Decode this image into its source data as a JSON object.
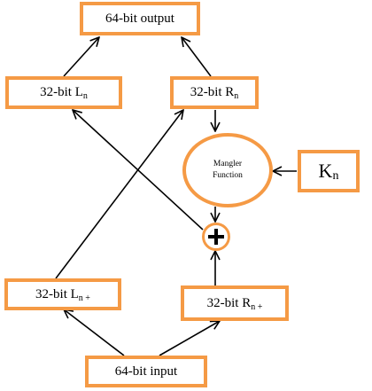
{
  "diagram": {
    "nodes": {
      "output": {
        "text": "64-bit output"
      },
      "l_n": {
        "text": "32-bit L",
        "sub": "n"
      },
      "r_n": {
        "text": "32-bit R",
        "sub": "n"
      },
      "mangler": {
        "line1": "Mangler",
        "line2": "Function"
      },
      "k_n": {
        "text": "K",
        "sub": "n"
      },
      "l_n1": {
        "text": "32-bit L",
        "sub": "n +"
      },
      "r_n1": {
        "text": "32-bit R",
        "sub": "n +"
      },
      "input": {
        "text": "64-bit input"
      }
    },
    "edges": [
      {
        "from": "input",
        "to": "l_n1"
      },
      {
        "from": "input",
        "to": "r_n1"
      },
      {
        "from": "l_n1",
        "to": "r_n"
      },
      {
        "from": "r_n1",
        "to": "xor"
      },
      {
        "from": "xor",
        "to": "l_n"
      },
      {
        "from": "r_n",
        "to": "mangler"
      },
      {
        "from": "k_n",
        "to": "mangler"
      },
      {
        "from": "mangler",
        "to": "xor"
      },
      {
        "from": "l_n",
        "to": "output"
      },
      {
        "from": "r_n",
        "to": "output"
      }
    ],
    "colors": {
      "node_border": "#f59a45",
      "arrow": "#000000"
    }
  }
}
